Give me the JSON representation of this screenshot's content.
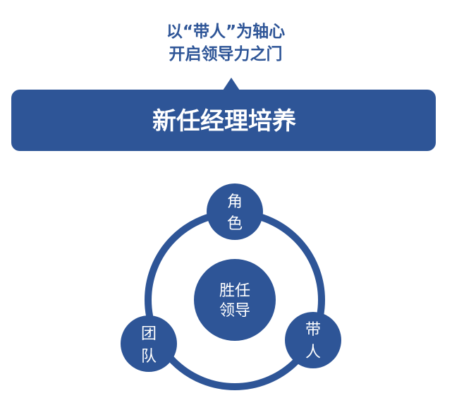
{
  "header": {
    "subtitle_line1": "以“带人”为轴心",
    "subtitle_line2": "开启领导力之门",
    "title": "新任经理培养"
  },
  "diagram": {
    "center": {
      "line1": "胜任",
      "line2": "领导"
    },
    "nodes": [
      {
        "line1": "角",
        "line2": "色"
      },
      {
        "line1": "带",
        "line2": "人"
      },
      {
        "line1": "团",
        "line2": "队"
      }
    ]
  },
  "colors": {
    "primary": "#2E5597",
    "text_on_primary": "#FFFFFF"
  }
}
